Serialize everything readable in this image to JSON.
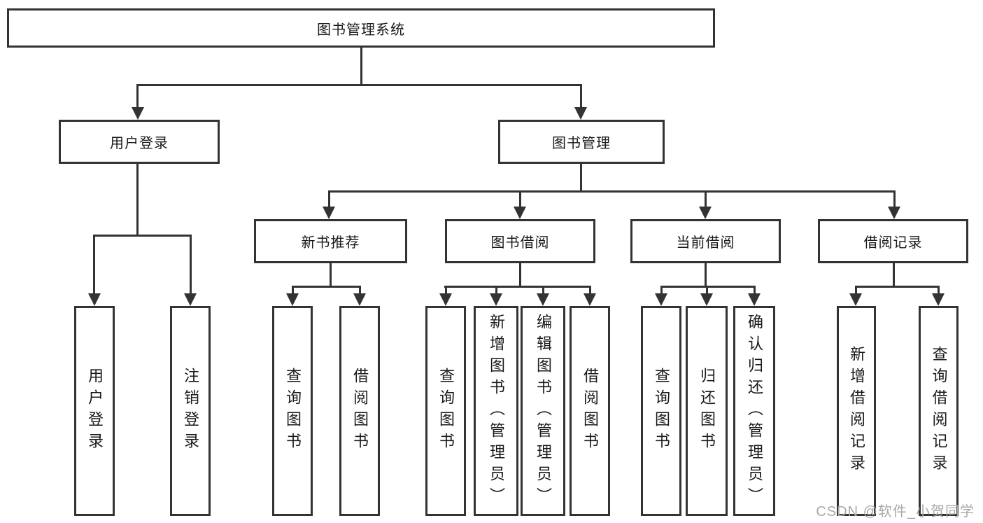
{
  "diagram": {
    "type": "hierarchy-tree",
    "root": {
      "label": "图书管理系统"
    },
    "branches": [
      {
        "label": "用户登录",
        "children": [
          {
            "label": "用户登录"
          },
          {
            "label": "注销登录"
          }
        ]
      },
      {
        "label": "图书管理",
        "children": [
          {
            "label": "新书推荐",
            "children": [
              {
                "label": "查询图书"
              },
              {
                "label": "借阅图书"
              }
            ]
          },
          {
            "label": "图书借阅",
            "children": [
              {
                "label": "查询图书"
              },
              {
                "label": "新增图书（管理员）"
              },
              {
                "label": "编辑图书（管理员）"
              },
              {
                "label": "借阅图书"
              }
            ]
          },
          {
            "label": "当前借阅",
            "children": [
              {
                "label": "查询图书"
              },
              {
                "label": "归还图书"
              },
              {
                "label": "确认归还（管理员）"
              }
            ]
          },
          {
            "label": "借阅记录",
            "children": [
              {
                "label": "新增借阅记录"
              },
              {
                "label": "查询借阅记录"
              }
            ]
          }
        ]
      }
    ],
    "watermark": {
      "text": "CSDN @软件_小贺同学",
      "color": "#a9a9a9"
    },
    "colors": {
      "line": "#333333",
      "border": "#333333",
      "background": "#ffffff",
      "text": "#1a1a1a"
    }
  }
}
